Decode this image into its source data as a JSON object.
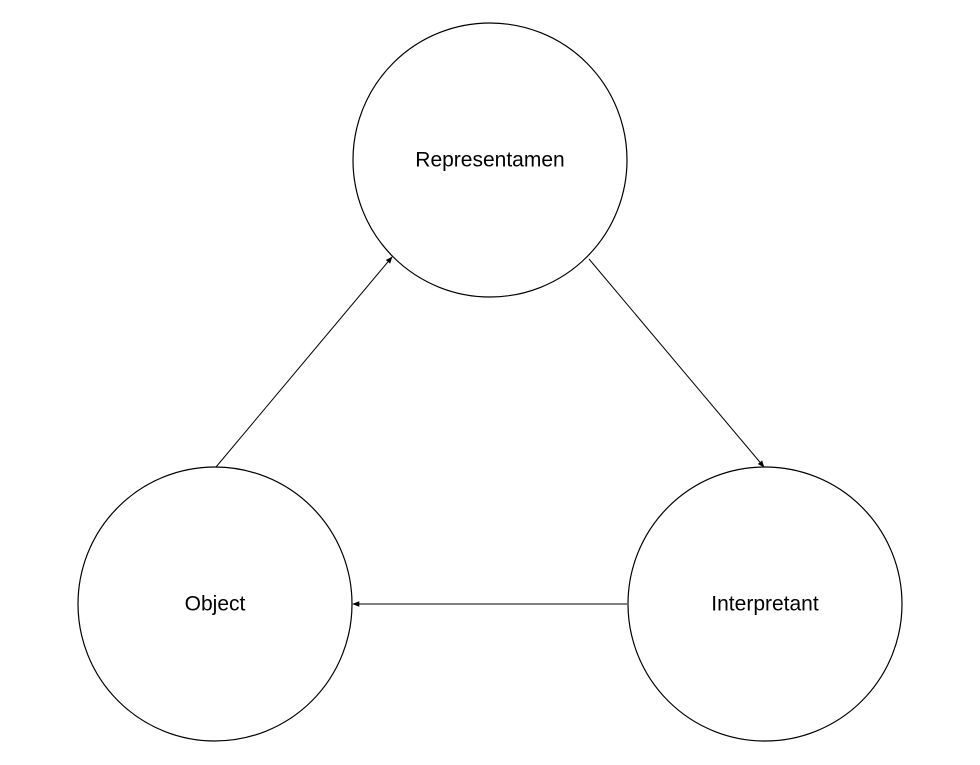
{
  "diagram": {
    "nodes": [
      {
        "id": "representamen",
        "label": "Representamen"
      },
      {
        "id": "object",
        "label": "Object"
      },
      {
        "id": "interpretant",
        "label": "Interpretant"
      }
    ],
    "edges": [
      {
        "from": "object",
        "to": "representamen"
      },
      {
        "from": "representamen",
        "to": "interpretant"
      },
      {
        "from": "interpretant",
        "to": "object"
      }
    ],
    "colors": {
      "stroke": "#000000",
      "fill": "#ffffff",
      "background": "#ffffff"
    }
  }
}
